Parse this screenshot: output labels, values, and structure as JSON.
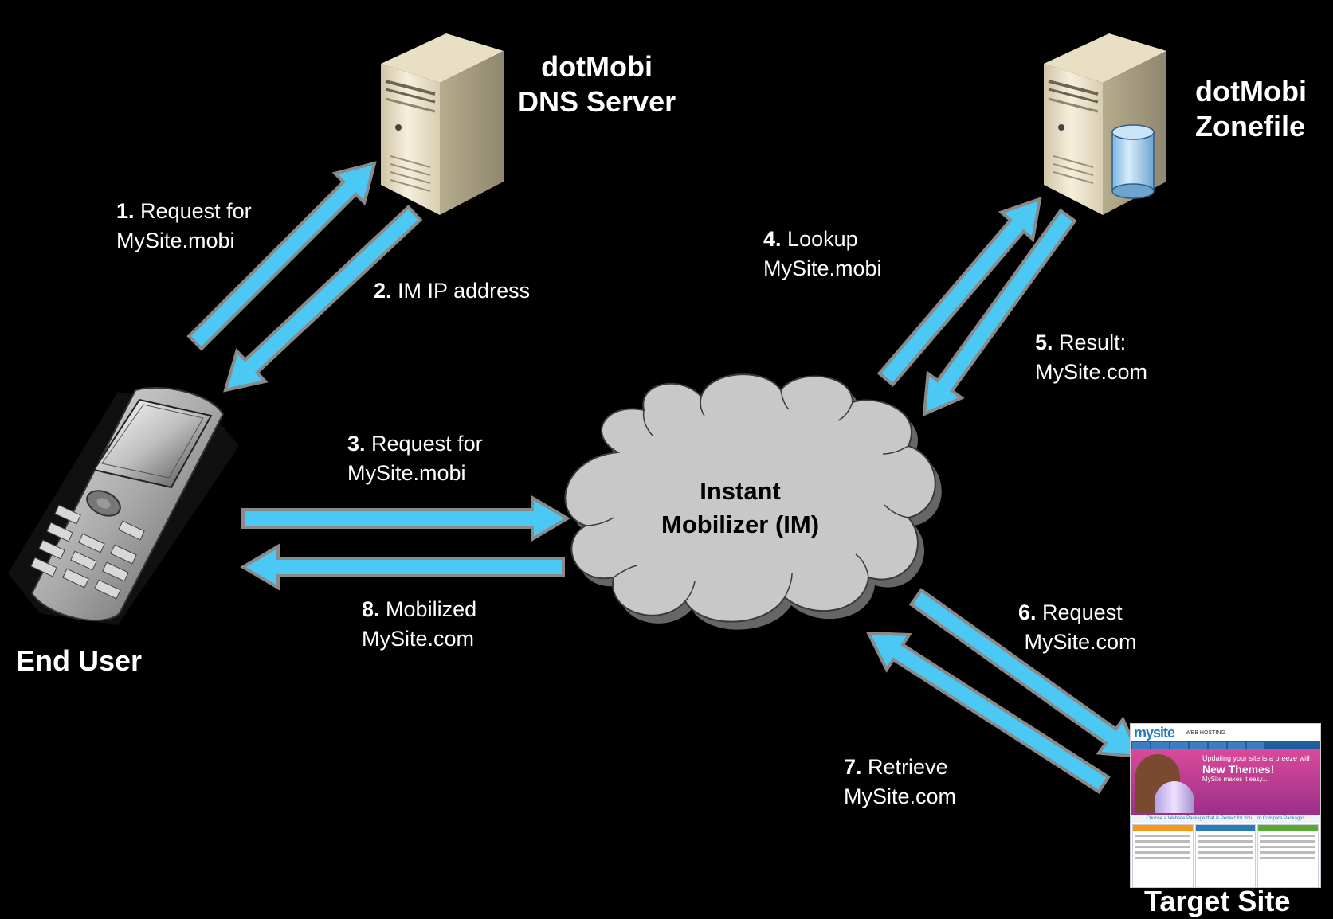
{
  "nodes": {
    "dns_server": {
      "title_line1": "dotMobi",
      "title_line2": "DNS Server"
    },
    "zonefile": {
      "title_line1": "dotMobi",
      "title_line2": "Zonefile"
    },
    "end_user": {
      "title": "End User"
    },
    "cloud": {
      "line1": "Instant",
      "line2": "Mobilizer (IM)"
    },
    "target_site": {
      "title": "Target Site"
    }
  },
  "steps": [
    {
      "num": "1.",
      "line1": "Request for",
      "line2": "MySite.mobi"
    },
    {
      "num": "2.",
      "line1": "IM IP address",
      "line2": ""
    },
    {
      "num": "3.",
      "line1": "Request for",
      "line2": "MySite.mobi"
    },
    {
      "num": "4.",
      "line1": "Lookup",
      "line2": "MySite.mobi"
    },
    {
      "num": "5.",
      "line1": "Result:",
      "line2": "MySite.com"
    },
    {
      "num": "6.",
      "line1": "Request",
      "line2": "MySite.com"
    },
    {
      "num": "7.",
      "line1": "Retrieve",
      "line2": "MySite.com"
    },
    {
      "num": "8.",
      "line1": "Mobilized",
      "line2": "MySite.com"
    }
  ],
  "target_site_page": {
    "logo": "mysite",
    "tagline": "WEB HOSTING",
    "hero_line1": "Updating your site is a breeze with",
    "hero_line2": "New Themes!",
    "hero_line3": "MySite makes it easy...",
    "strip": "Choose a Website Package that is Perfect for You....or Compare Packages"
  },
  "colors": {
    "background": "#000000",
    "arrow": "#4cc8f4",
    "arrow_edge": "#8a8a8a",
    "cloud": "#c8c8c8",
    "server": "#efe6cc",
    "database": "#a8d4f0"
  }
}
